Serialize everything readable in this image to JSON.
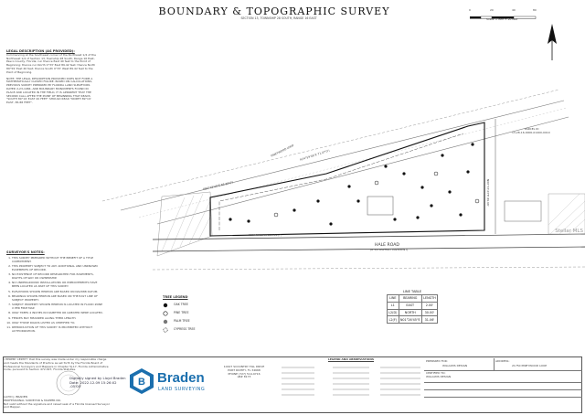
{
  "title": "BOUNDARY & TOPOGRAPHIC SURVEY",
  "subtitle": "SECTION 13, TOWNSHIP 28 SOUTH, RANGE 16 EAST",
  "scale": {
    "ticks": [
      "0",
      "20",
      "40",
      "80"
    ],
    "label": "Scale: 1 inch = 20 feet"
  },
  "legal": {
    "heading": "LEGAL DESCRIPTION (AS PROVIDED):",
    "text": "Commencing at the Southwest corner of the Northeast 1/4 of the Northwest 1/4 of Section 13, Township 28 South, Range 16 East, Pasco County, Florida; run thence East 40 feet to the Point of Beginning; thence run North 0°33' East 89.42 feet; thence North 89°59' East 40 feet; thence South 0°33' West 89.42 feet to the Point of Beginning.",
    "note": "NOTE: THE LEGAL DESCRIPTION PROVIDED DOES NOT FORM A MATHEMATICALLY CLOSED FIGURE. BASED ON CALCULATIONS, PREVIOUS SURVEY PREPARED BY FLORIDA LAND SURVEYORS DATED 2-23-1984, AND BOUNDARY MONUMENTS FOUND IN PLACE AND LOCATED IN THE FIELD, IT IS APPARENT THAT THE SECOND CALL AFTER THE POINT OF BEGINNING THAT READS \"SOUTH 89°19' EAST 40 FEET\" SHOULD READ \"NORTH 89°19' EAST, 85.88 FEET\"."
  },
  "notes": {
    "heading": "SURVEYOR'S NOTES:",
    "items": [
      "THIS SURVEY PREPARED WITHOUT THE BENEFIT OF A TITLE COMMITMENT.",
      "THIS PROPERTY SUBJECT TO ANY ADDITIONAL AND UNKNOWN EASEMENTS OF RECORD.",
      "NO EXISTENCE OF RECORD RESEARCHED FOR EASEMENTS, RIGHTS-OF-WAY OR OWNERSHIP.",
      "NO UNDERGROUND INSTALLATIONS OR IMPROVEMENTS HAVE BEEN LOCATED AS PART OF THIS SURVEY.",
      "ELEVATIONS SHOWN HEREON ARE BASED ON NAVD88 DATUM.",
      "BEARINGS SHOWN HEREON ARE BASED ON THE EAST LINE OF SUBJECT PROPERTY.",
      "SUBJECT PROPERTY SHOWN HEREON IS LOCATED IN FLOOD ZONE X PER FIRM MAP.",
      "ONLY TREES 4 INCHES IN DIAMETER OR GREATER WERE LOCATED.",
      "FENCES MAY MEANDER ALONG THEIR LENGTH.",
      "ONLY THOSE ROADS LISTED AS CERTIFIED TO.",
      "REPRODUCTION OF THIS SURVEY IS PROHIBITED WITHOUT AUTHORIZATION."
    ]
  },
  "map": {
    "road_top": "PINEYWOOD LOOP",
    "road_bottom": "HALE ROAD",
    "road_bottom_sub": "(A 1/2 ASPHALT PAVEMENT)",
    "brg_north": "N84°19'46\"E 85.89'(F)",
    "brg_north2": "N74°59'46\"E 71.47'(F)",
    "brg_south": "S89°49'36\"W 229.89'(F)",
    "brg_east": "N00°33'23\"E 89.68'",
    "parcel": "PARCEL ID",
    "parcel_no": "13-28-16-0000-01400-0010"
  },
  "tree_legend": {
    "heading": "TREE LEGEND",
    "items": [
      "OAK TREE",
      "PINE TREE",
      "PALM TREE",
      "CYPRESS TREE"
    ]
  },
  "line_table": {
    "caption": "LINE TABLE",
    "headers": [
      "LINE",
      "BEARING",
      "LENGTH"
    ],
    "rows": [
      [
        "L1",
        "EAST",
        "2.00'"
      ],
      [
        "L2(D)",
        "NORTH",
        "30.00'"
      ],
      [
        "L2(F)",
        "N01°26'45\"E",
        "31.06'"
      ]
    ]
  },
  "certification": "I HEREBY CERTIFY that this survey was made under my responsible charge and meets the Standards of Practice as set forth by the Florida Board of Professional Surveyors and Mappers in Chapter 5J-17, Florida Administrative Code, pursuant to Section 472.027, Florida Statutes.",
  "surveyor": {
    "name": "LLOYD J. BRADEN",
    "title": "PROFESSIONAL SURVEYOR & MAPPER NO.",
    "note": "Not valid without the signature and raised seal of a Florida licensed Surveyor and Mapper."
  },
  "digital_sig": "Digitally signed by Lloyd Braden Date: 2022.12.09 15:26:02 -05'00'",
  "company": {
    "name": "Braden",
    "tagline": "LAND SURVEYING",
    "address": [
      "10427 SCOUNTRY HILL DRIVE",
      "PORT RICHEY, FL 34668",
      "PHONE (727) 514-9716",
      "LB# 8173"
    ]
  },
  "legend_heading": "LEGEND AND ABBREVIATIONS",
  "title_block": {
    "prepared_for": "PREPARED FOR:",
    "client": "WILLIAMS DESIGN",
    "address_label": "ADDRESS:",
    "address": "21750 PINEYWOOD LOOP",
    "certified_to": "CERTIFIED TO:",
    "certified_name": "WILLIAMS DESIGN"
  },
  "watermark": "Stellar MLS"
}
